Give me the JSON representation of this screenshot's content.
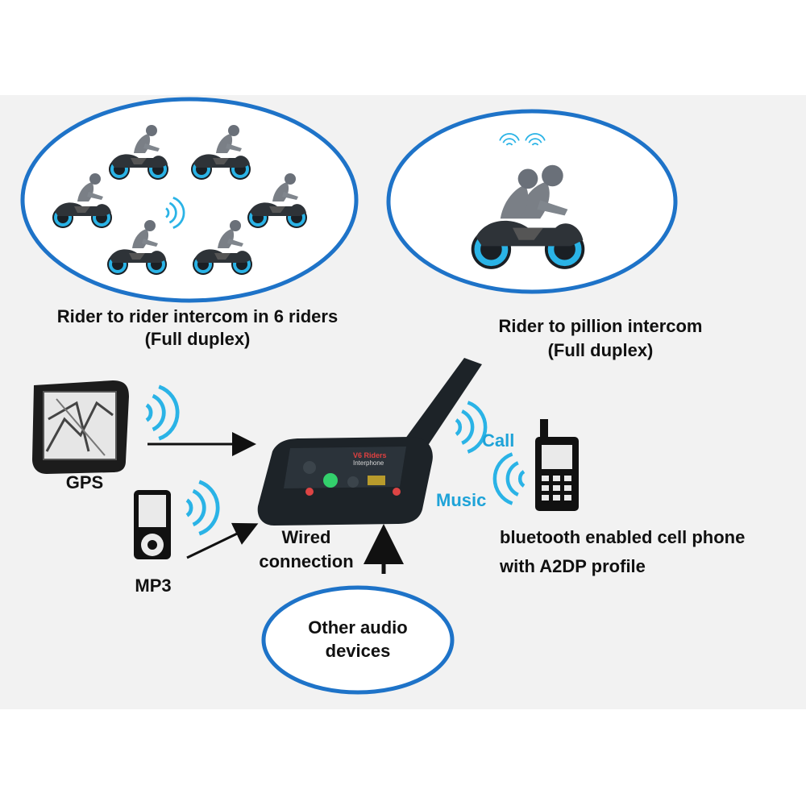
{
  "labels": {
    "rider_to_rider": "Rider to rider intercom in 6 riders",
    "rider_to_rider_mode": "(Full duplex)",
    "rider_to_pillion": "Rider to pillion intercom",
    "rider_to_pillion_mode": "(Full duplex)",
    "gps": "GPS",
    "mp3": "MP3",
    "wired_line1": "Wired",
    "wired_line2": "connection",
    "call": "Call",
    "music": "Music",
    "phone_line1": "bluetooth enabled cell phone",
    "phone_line2": "with A2DP profile",
    "other_line1": "Other audio",
    "other_line2": "devices"
  },
  "device": {
    "brand": "V6 Riders",
    "model": "Interphone"
  },
  "colors": {
    "accent_blue": "#1fa3d8",
    "ellipse_blue": "#1e73c8",
    "device_body": "#1d2328"
  },
  "icons": [
    "motorcycle-rider-icon",
    "pillion-motorcycle-icon",
    "gps-device-icon",
    "mp3-player-icon",
    "cell-phone-icon",
    "wireless-signal-icon",
    "intercom-headset-icon"
  ]
}
